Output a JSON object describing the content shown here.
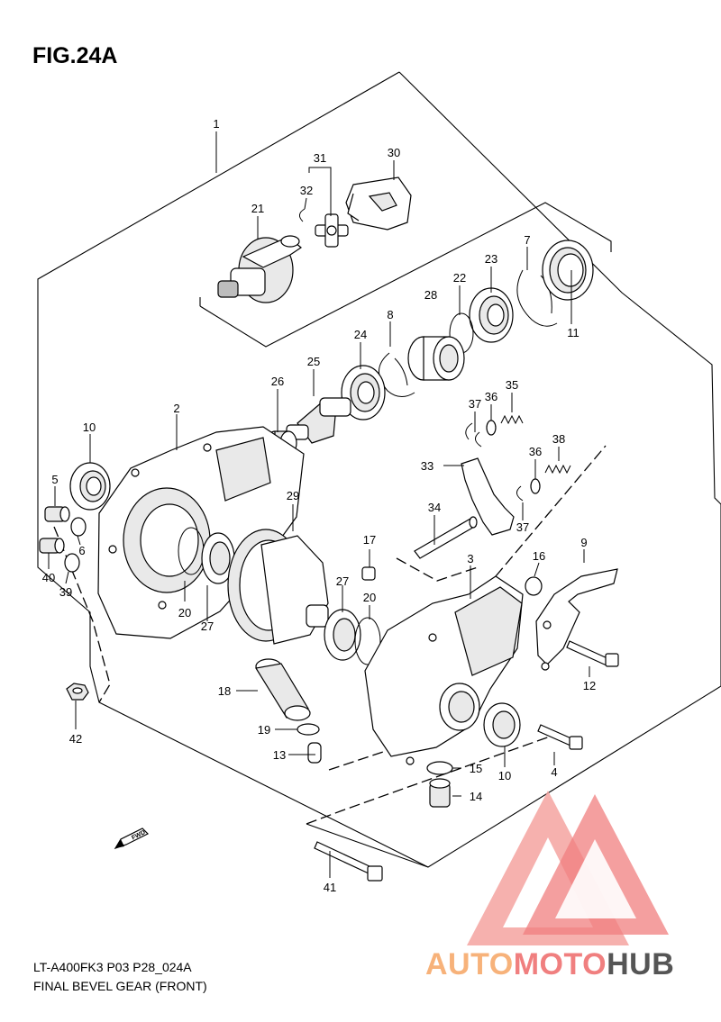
{
  "figure": {
    "title": "FIG.24A"
  },
  "footer": {
    "code": "LT-A400FK3 P03 P28_024A",
    "name": "FINAL BEVEL GEAR (FRONT)"
  },
  "direction_badge": {
    "text": "FWD"
  },
  "watermark": {
    "auto": "AUTO",
    "moto": "MOTO",
    "hub": "HUB",
    "colors": [
      "#f7b27a",
      "#f07f7f",
      "#555555"
    ]
  },
  "callouts": {
    "c1": "1",
    "c2": "2",
    "c3": "3",
    "c4": "4",
    "c5": "5",
    "c6": "6",
    "c7": "7",
    "c8": "8",
    "c9": "9",
    "c10a": "10",
    "c10b": "10",
    "c11": "11",
    "c12": "12",
    "c13": "13",
    "c14": "14",
    "c15": "15",
    "c16": "16",
    "c17": "17",
    "c18": "18",
    "c19": "19",
    "c20a": "20",
    "c20b": "20",
    "c21": "21",
    "c22": "22",
    "c23": "23",
    "c24": "24",
    "c25": "25",
    "c26": "26",
    "c27a": "27",
    "c27b": "27",
    "c28": "28",
    "c29": "29",
    "c30": "30",
    "c31": "31",
    "c32": "32",
    "c33": "33",
    "c34": "34",
    "c35": "35",
    "c36a": "36",
    "c36b": "36",
    "c37a": "37",
    "c37b": "37",
    "c38": "38",
    "c39": "39",
    "c40": "40",
    "c41": "41",
    "c42": "42"
  }
}
